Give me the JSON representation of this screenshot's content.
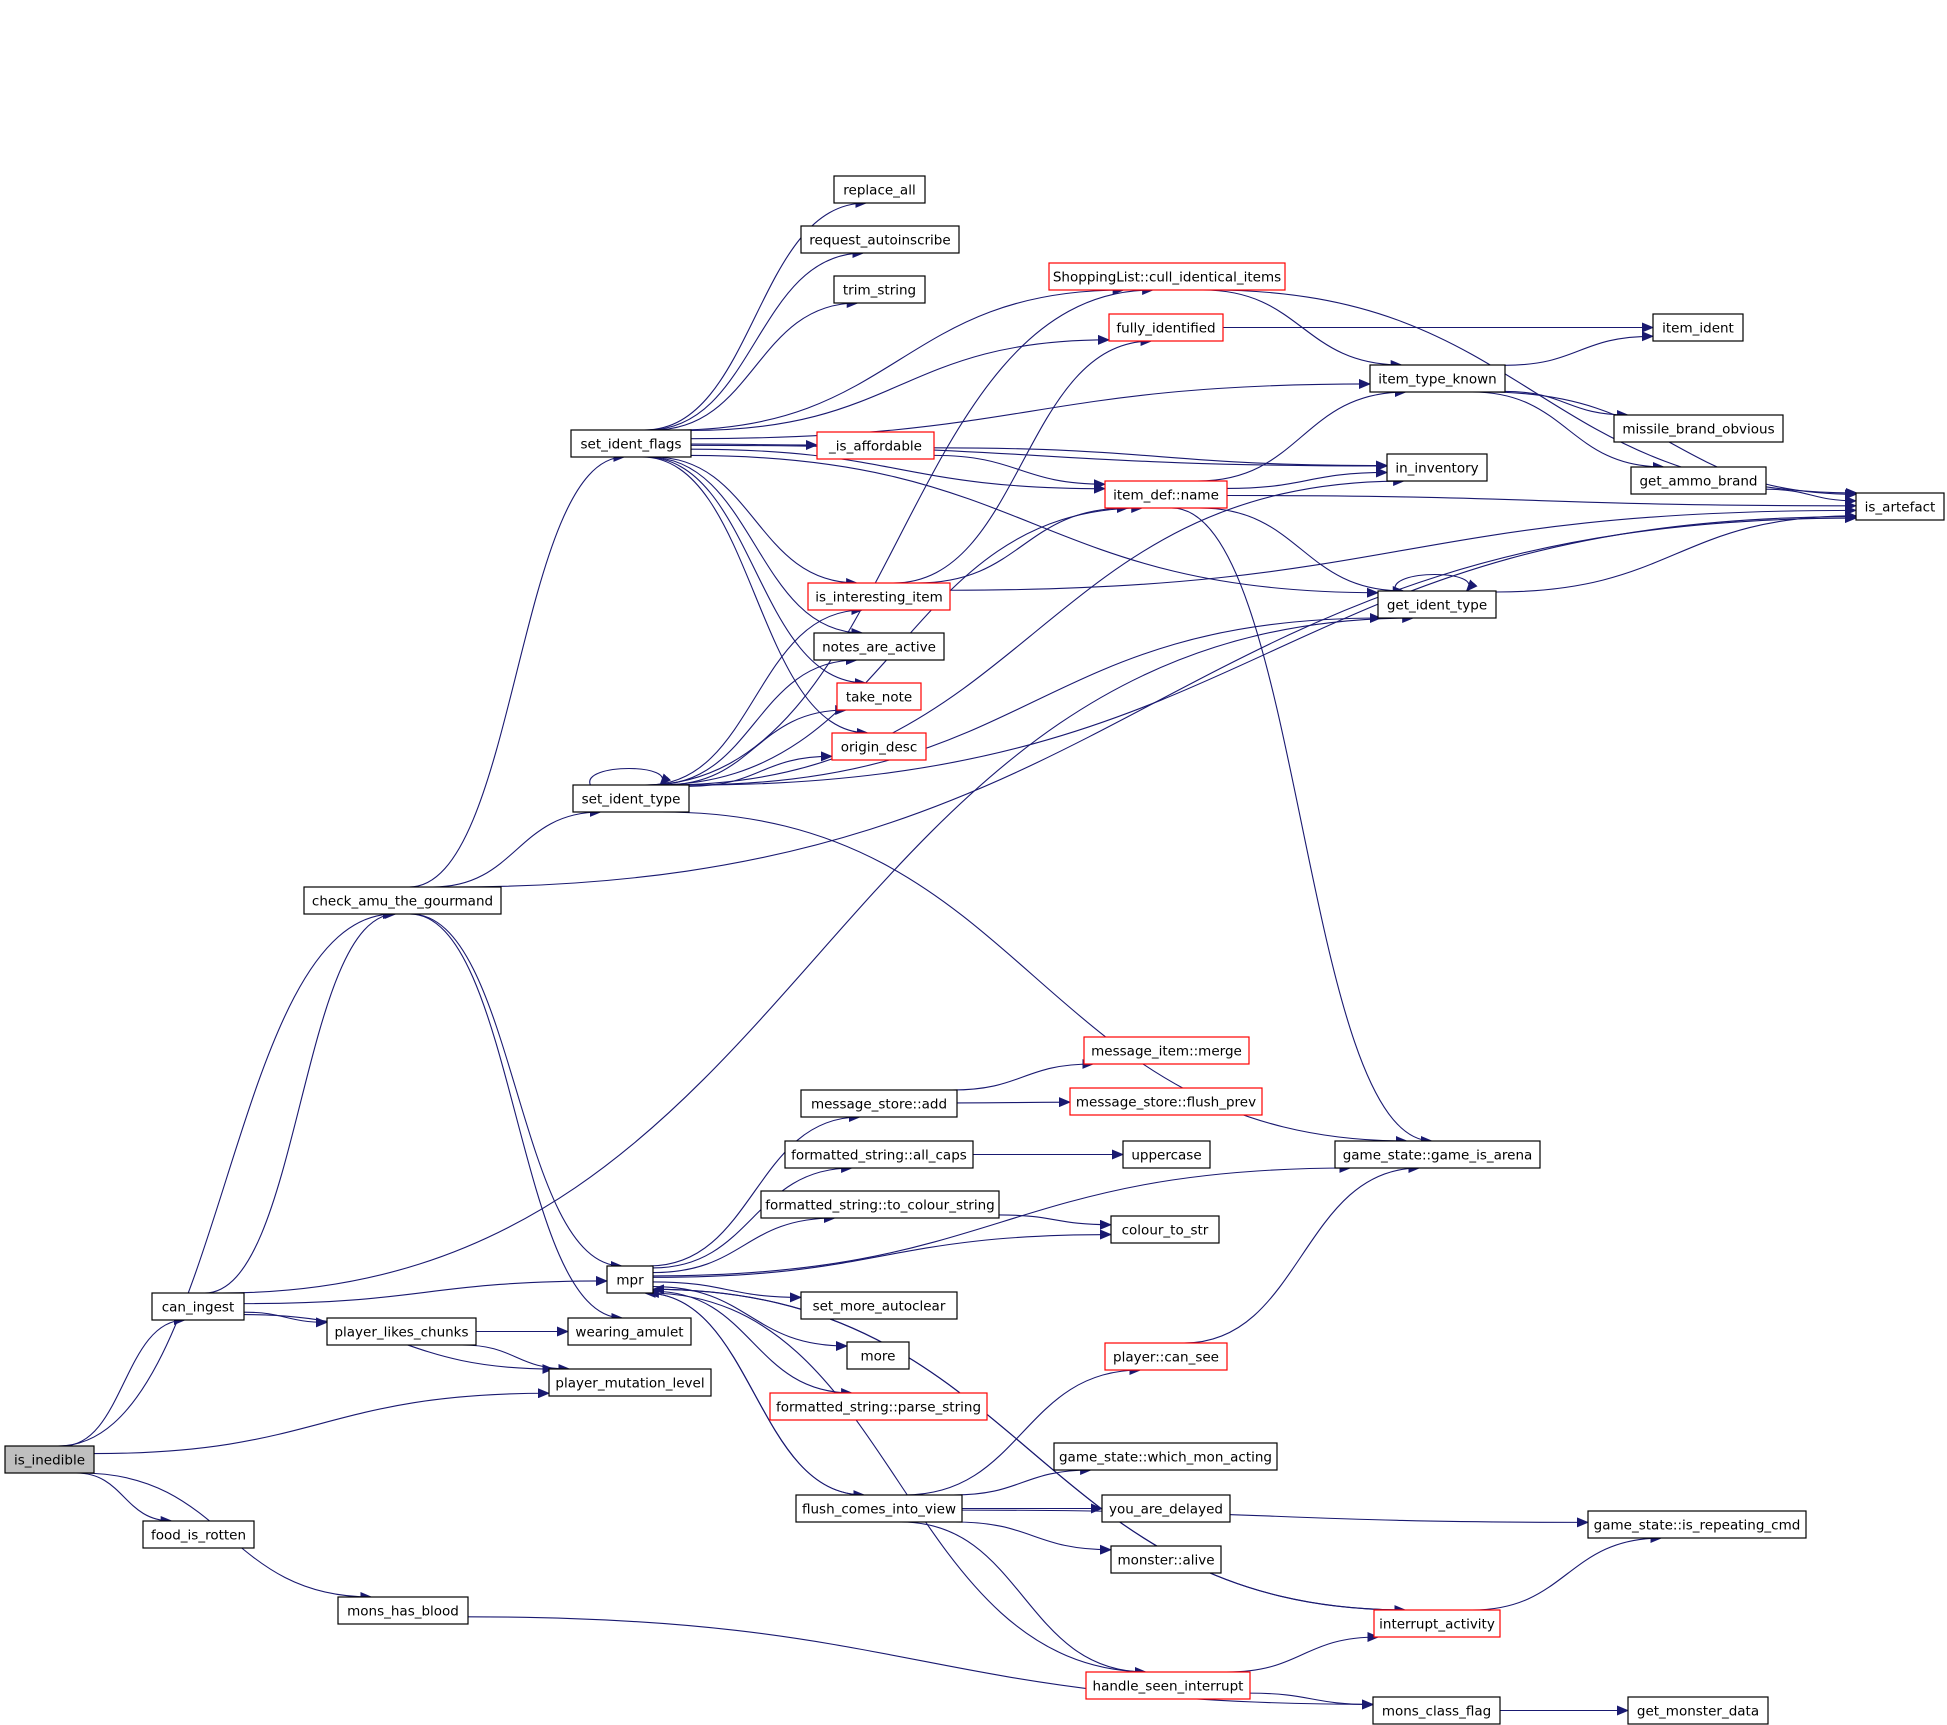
{
  "colors": {
    "edge": "#191970",
    "node_border": "#000000",
    "node_border_truncated": "#ff0000",
    "root_fill": "#bfbfbf",
    "node_fill": "#ffffff"
  },
  "nodes": [
    {
      "id": "is_inedible",
      "label": "is_inedible",
      "style": "root"
    },
    {
      "id": "can_ingest",
      "label": "can_ingest",
      "style": "normal"
    },
    {
      "id": "food_is_rotten",
      "label": "food_is_rotten",
      "style": "normal"
    },
    {
      "id": "mons_has_blood",
      "label": "mons_has_blood",
      "style": "normal"
    },
    {
      "id": "check_amu_the_gourmand",
      "label": "check_amu_the_gourmand",
      "style": "normal"
    },
    {
      "id": "player_likes_chunks",
      "label": "player_likes_chunks",
      "style": "normal"
    },
    {
      "id": "set_ident_flags",
      "label": "set_ident_flags",
      "style": "normal"
    },
    {
      "id": "set_ident_type",
      "label": "set_ident_type",
      "style": "normal"
    },
    {
      "id": "mpr",
      "label": "mpr",
      "style": "normal"
    },
    {
      "id": "wearing_amulet",
      "label": "wearing_amulet",
      "style": "normal"
    },
    {
      "id": "player_mutation_level",
      "label": "player_mutation_level",
      "style": "normal"
    },
    {
      "id": "replace_all",
      "label": "replace_all",
      "style": "normal"
    },
    {
      "id": "request_autoinscribe",
      "label": "request_autoinscribe",
      "style": "normal"
    },
    {
      "id": "trim_string",
      "label": "trim_string",
      "style": "normal"
    },
    {
      "id": "is_affordable",
      "label": "_is_affordable",
      "style": "truncated"
    },
    {
      "id": "is_interesting_item",
      "label": "is_interesting_item",
      "style": "truncated"
    },
    {
      "id": "notes_are_active",
      "label": "notes_are_active",
      "style": "normal"
    },
    {
      "id": "take_note",
      "label": "take_note",
      "style": "truncated"
    },
    {
      "id": "origin_desc",
      "label": "origin_desc",
      "style": "truncated"
    },
    {
      "id": "message_store_add",
      "label": "message_store::add",
      "style": "normal"
    },
    {
      "id": "formatted_string_all_caps",
      "label": "formatted_string::all_caps",
      "style": "normal"
    },
    {
      "id": "formatted_string_to_colour_string",
      "label": "formatted_string::to_colour_string",
      "style": "normal"
    },
    {
      "id": "set_more_autoclear",
      "label": "set_more_autoclear",
      "style": "normal"
    },
    {
      "id": "more",
      "label": "more",
      "style": "normal"
    },
    {
      "id": "formatted_string_parse_string",
      "label": "formatted_string::parse_string",
      "style": "truncated"
    },
    {
      "id": "flush_comes_into_view",
      "label": "flush_comes_into_view",
      "style": "normal"
    },
    {
      "id": "shoppinglist_cull",
      "label": "ShoppingList::cull_identical_items",
      "style": "truncated"
    },
    {
      "id": "fully_identified",
      "label": "fully_identified",
      "style": "truncated"
    },
    {
      "id": "item_def_name",
      "label": "item_def::name",
      "style": "truncated"
    },
    {
      "id": "message_item_merge",
      "label": "message_item::merge",
      "style": "truncated"
    },
    {
      "id": "message_store_flush_prev",
      "label": "message_store::flush_prev",
      "style": "truncated"
    },
    {
      "id": "uppercase",
      "label": "uppercase",
      "style": "normal"
    },
    {
      "id": "colour_to_str",
      "label": "colour_to_str",
      "style": "normal"
    },
    {
      "id": "player_can_see",
      "label": "player::can_see",
      "style": "truncated"
    },
    {
      "id": "game_state_which_mon_acting",
      "label": "game_state::which_mon_acting",
      "style": "normal"
    },
    {
      "id": "you_are_delayed",
      "label": "you_are_delayed",
      "style": "normal"
    },
    {
      "id": "monster_alive",
      "label": "monster::alive",
      "style": "normal"
    },
    {
      "id": "handle_seen_interrupt",
      "label": "handle_seen_interrupt",
      "style": "truncated"
    },
    {
      "id": "item_type_known",
      "label": "item_type_known",
      "style": "normal"
    },
    {
      "id": "in_inventory",
      "label": "in_inventory",
      "style": "normal"
    },
    {
      "id": "get_ident_type",
      "label": "get_ident_type",
      "style": "normal"
    },
    {
      "id": "game_state_game_is_arena",
      "label": "game_state::game_is_arena",
      "style": "normal"
    },
    {
      "id": "interrupt_activity",
      "label": "interrupt_activity",
      "style": "truncated"
    },
    {
      "id": "mons_class_flag",
      "label": "mons_class_flag",
      "style": "normal"
    },
    {
      "id": "item_ident",
      "label": "item_ident",
      "style": "normal"
    },
    {
      "id": "missile_brand_obvious",
      "label": "missile_brand_obvious",
      "style": "normal"
    },
    {
      "id": "get_ammo_brand",
      "label": "get_ammo_brand",
      "style": "normal"
    },
    {
      "id": "game_state_is_repeating_cmd",
      "label": "game_state::is_repeating_cmd",
      "style": "normal"
    },
    {
      "id": "get_monster_data",
      "label": "get_monster_data",
      "style": "normal"
    },
    {
      "id": "is_artefact",
      "label": "is_artefact",
      "style": "normal"
    }
  ],
  "edges": [
    [
      "is_inedible",
      "can_ingest"
    ],
    [
      "is_inedible",
      "food_is_rotten"
    ],
    [
      "is_inedible",
      "mons_has_blood"
    ],
    [
      "is_inedible",
      "check_amu_the_gourmand"
    ],
    [
      "is_inedible",
      "player_mutation_level"
    ],
    [
      "can_ingest",
      "check_amu_the_gourmand"
    ],
    [
      "can_ingest",
      "mpr"
    ],
    [
      "can_ingest",
      "player_likes_chunks"
    ],
    [
      "can_ingest",
      "player_mutation_level"
    ],
    [
      "can_ingest",
      "get_ident_type"
    ],
    [
      "mons_has_blood",
      "mons_class_flag"
    ],
    [
      "player_likes_chunks",
      "wearing_amulet"
    ],
    [
      "player_likes_chunks",
      "player_mutation_level"
    ],
    [
      "check_amu_the_gourmand",
      "set_ident_flags"
    ],
    [
      "check_amu_the_gourmand",
      "set_ident_type"
    ],
    [
      "check_amu_the_gourmand",
      "mpr"
    ],
    [
      "check_amu_the_gourmand",
      "wearing_amulet"
    ],
    [
      "check_amu_the_gourmand",
      "is_artefact"
    ],
    [
      "set_ident_flags",
      "replace_all"
    ],
    [
      "set_ident_flags",
      "request_autoinscribe"
    ],
    [
      "set_ident_flags",
      "trim_string"
    ],
    [
      "set_ident_flags",
      "is_affordable"
    ],
    [
      "set_ident_flags",
      "is_interesting_item"
    ],
    [
      "set_ident_flags",
      "notes_are_active"
    ],
    [
      "set_ident_flags",
      "take_note"
    ],
    [
      "set_ident_flags",
      "origin_desc"
    ],
    [
      "set_ident_flags",
      "shoppinglist_cull"
    ],
    [
      "set_ident_flags",
      "fully_identified"
    ],
    [
      "set_ident_flags",
      "item_def_name"
    ],
    [
      "set_ident_flags",
      "item_type_known"
    ],
    [
      "set_ident_flags",
      "in_inventory"
    ],
    [
      "set_ident_flags",
      "get_ident_type"
    ],
    [
      "set_ident_type",
      "set_ident_type"
    ],
    [
      "set_ident_type",
      "is_interesting_item"
    ],
    [
      "set_ident_type",
      "notes_are_active"
    ],
    [
      "set_ident_type",
      "take_note"
    ],
    [
      "set_ident_type",
      "origin_desc"
    ],
    [
      "set_ident_type",
      "shoppinglist_cull"
    ],
    [
      "set_ident_type",
      "item_def_name"
    ],
    [
      "set_ident_type",
      "in_inventory"
    ],
    [
      "set_ident_type",
      "get_ident_type"
    ],
    [
      "set_ident_type",
      "game_state_game_is_arena"
    ],
    [
      "set_ident_type",
      "is_artefact"
    ],
    [
      "mpr",
      "message_store_add"
    ],
    [
      "mpr",
      "formatted_string_all_caps"
    ],
    [
      "mpr",
      "formatted_string_to_colour_string"
    ],
    [
      "mpr",
      "colour_to_str"
    ],
    [
      "mpr",
      "set_more_autoclear"
    ],
    [
      "mpr",
      "more"
    ],
    [
      "mpr",
      "formatted_string_parse_string"
    ],
    [
      "mpr",
      "flush_comes_into_view"
    ],
    [
      "mpr",
      "game_state_game_is_arena"
    ],
    [
      "mpr",
      "interrupt_activity"
    ],
    [
      "message_store_add",
      "message_item_merge"
    ],
    [
      "message_store_add",
      "message_store_flush_prev"
    ],
    [
      "formatted_string_all_caps",
      "uppercase"
    ],
    [
      "formatted_string_to_colour_string",
      "colour_to_str"
    ],
    [
      "flush_comes_into_view",
      "player_can_see"
    ],
    [
      "flush_comes_into_view",
      "game_state_which_mon_acting"
    ],
    [
      "flush_comes_into_view",
      "you_are_delayed"
    ],
    [
      "flush_comes_into_view",
      "monster_alive"
    ],
    [
      "flush_comes_into_view",
      "handle_seen_interrupt"
    ],
    [
      "flush_comes_into_view",
      "game_state_is_repeating_cmd"
    ],
    [
      "flush_comes_into_view",
      "mpr"
    ],
    [
      "is_affordable",
      "item_def_name"
    ],
    [
      "is_affordable",
      "in_inventory"
    ],
    [
      "is_interesting_item",
      "fully_identified"
    ],
    [
      "is_interesting_item",
      "item_def_name"
    ],
    [
      "is_interesting_item",
      "is_artefact"
    ],
    [
      "shoppinglist_cull",
      "item_type_known"
    ],
    [
      "shoppinglist_cull",
      "is_artefact"
    ],
    [
      "fully_identified",
      "item_ident"
    ],
    [
      "item_def_name",
      "item_type_known"
    ],
    [
      "item_def_name",
      "in_inventory"
    ],
    [
      "item_def_name",
      "get_ident_type"
    ],
    [
      "item_def_name",
      "game_state_game_is_arena"
    ],
    [
      "item_def_name",
      "is_artefact"
    ],
    [
      "item_type_known",
      "item_ident"
    ],
    [
      "item_type_known",
      "missile_brand_obvious"
    ],
    [
      "item_type_known",
      "get_ammo_brand"
    ],
    [
      "item_type_known",
      "is_artefact"
    ],
    [
      "get_ammo_brand",
      "is_artefact"
    ],
    [
      "get_ident_type",
      "get_ident_type"
    ],
    [
      "get_ident_type",
      "is_artefact"
    ],
    [
      "player_can_see",
      "game_state_game_is_arena"
    ],
    [
      "handle_seen_interrupt",
      "interrupt_activity"
    ],
    [
      "handle_seen_interrupt",
      "mons_class_flag"
    ],
    [
      "handle_seen_interrupt",
      "mpr"
    ],
    [
      "interrupt_activity",
      "game_state_is_repeating_cmd"
    ],
    [
      "interrupt_activity",
      "mpr"
    ],
    [
      "mons_class_flag",
      "get_monster_data"
    ]
  ]
}
